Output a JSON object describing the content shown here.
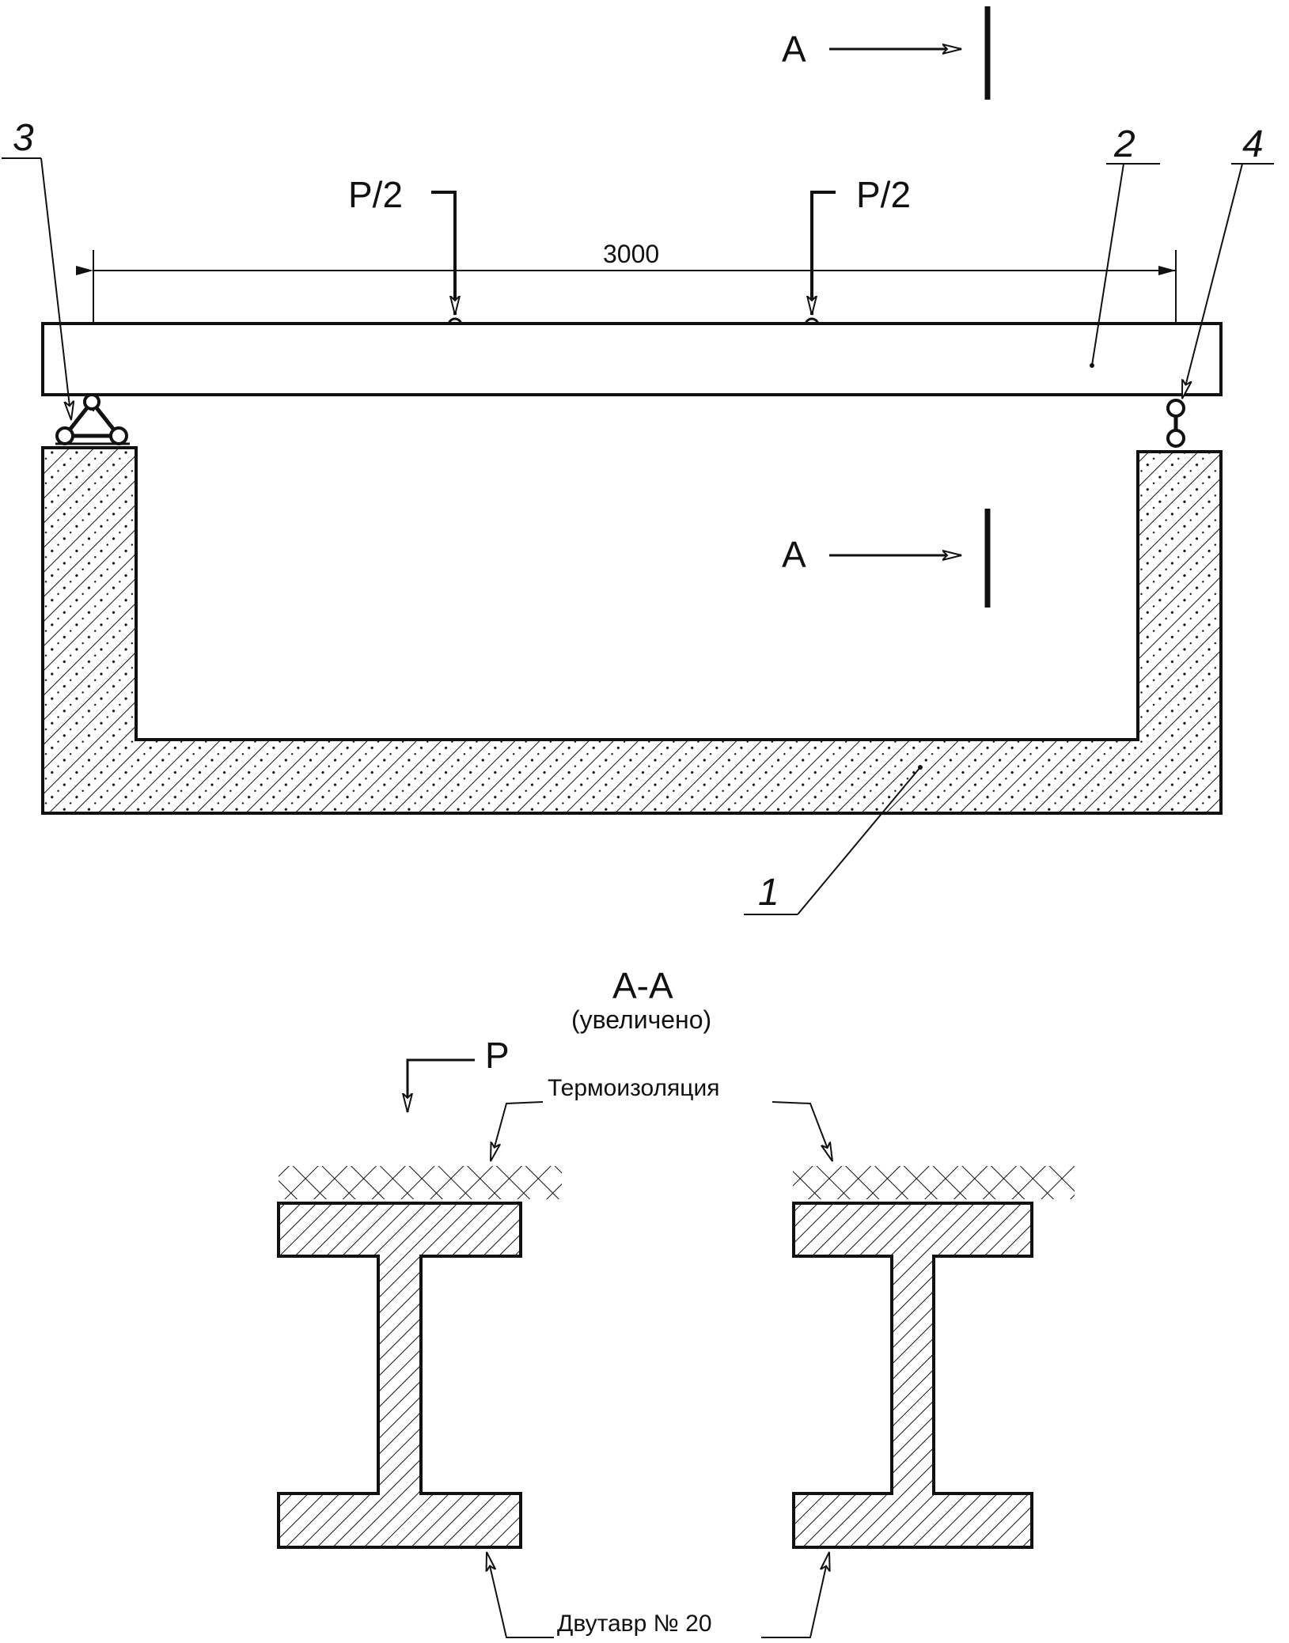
{
  "labels": {
    "section_mark": "A",
    "load_half": "P/2",
    "span": "3000",
    "part_1": "1",
    "part_2": "2",
    "part_3": "3",
    "part_4": "4",
    "section_title": "A-A",
    "section_subtitle": "(увеличено)",
    "load_full": "P",
    "insulation": "Термоизоляция",
    "beam_type": "Двутавр № 20"
  },
  "colors": {
    "line": "#111111",
    "paper": "#ffffff"
  }
}
